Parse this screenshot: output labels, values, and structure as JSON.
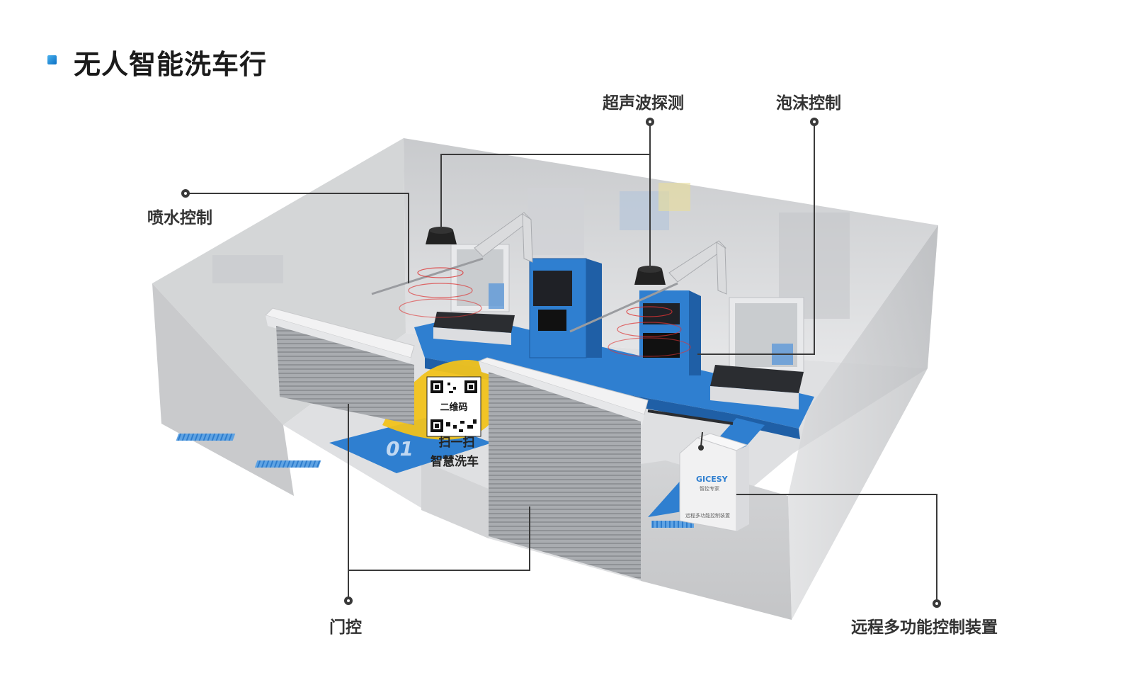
{
  "title": "无人智能洗车行",
  "labels": {
    "ultrasonic": "超声波探测",
    "foam": "泡沫控制",
    "water_spray": "喷水控制",
    "door_control": "门控",
    "remote_device": "远程多功能控制装置"
  },
  "scene": {
    "qr_caption": "二维码",
    "scan_line1": "扫一扫",
    "scan_line2": "智慧洗车",
    "bay_number": "01",
    "cabinet_brand": "GICESY",
    "cabinet_sub": "智控专家",
    "cabinet_caption": "远程多功能控制装置"
  },
  "colors": {
    "platform_blue": "#2f7fd0",
    "wall_gray": "#c7c9cc",
    "callout_line": "#3a3a3a",
    "accent_yellow": "#f1c21b"
  }
}
